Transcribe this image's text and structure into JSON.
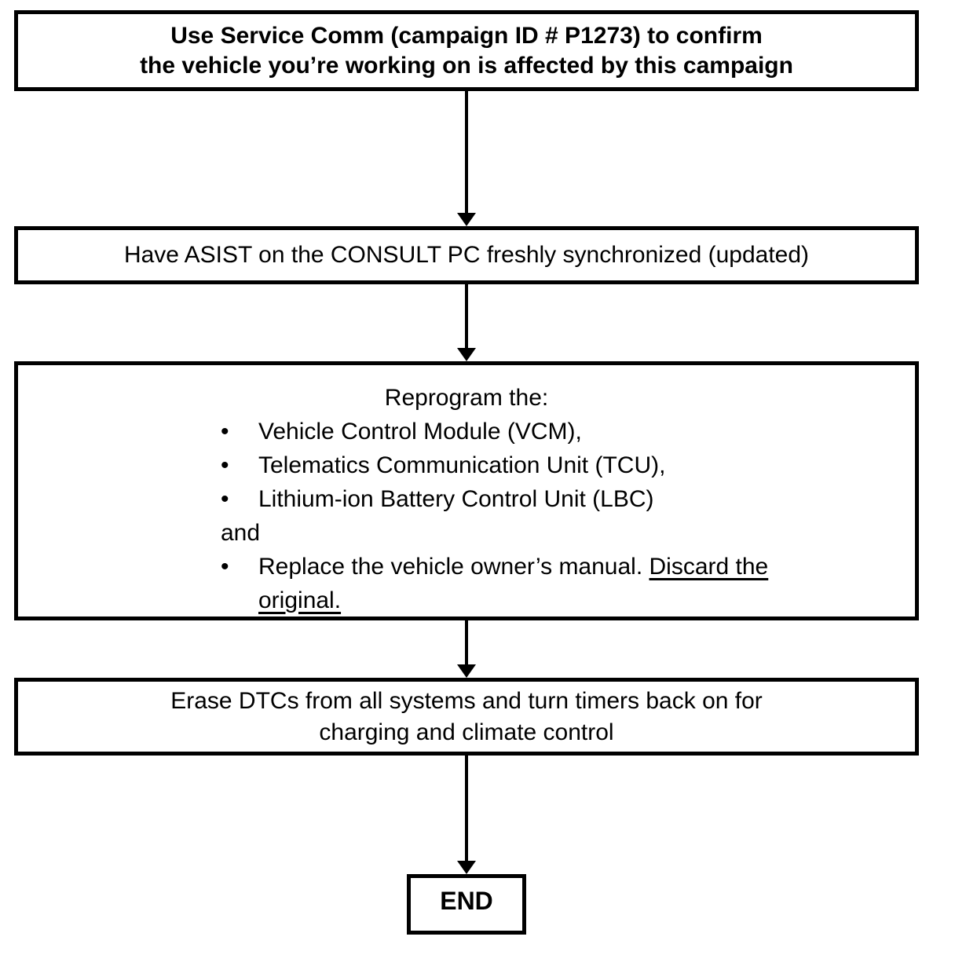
{
  "flowchart": {
    "step1": {
      "line1": "Use Service Comm (campaign ID # P1273) to confirm",
      "line2": "the vehicle you’re working on is affected by this campaign"
    },
    "step2": {
      "text": "Have ASIST on the CONSULT PC freshly synchronized (updated)"
    },
    "step3": {
      "title": "Reprogram the:",
      "bullet_char": "•",
      "items": [
        "Vehicle Control Module (VCM),",
        "Telematics Communication Unit (TCU),",
        "Lithium-ion Battery Control Unit (LBC)"
      ],
      "and_label": "and",
      "item4_normal": "Replace the vehicle owner’s manual. ",
      "item4_underline_part1": "Discard the",
      "item4_underline_part2": "original."
    },
    "step4": {
      "line1": "Erase DTCs from all systems and turn timers back on for",
      "line2": "charging and climate control"
    },
    "end_label": "END"
  },
  "colors": {
    "line": "#000000",
    "background": "#ffffff"
  }
}
